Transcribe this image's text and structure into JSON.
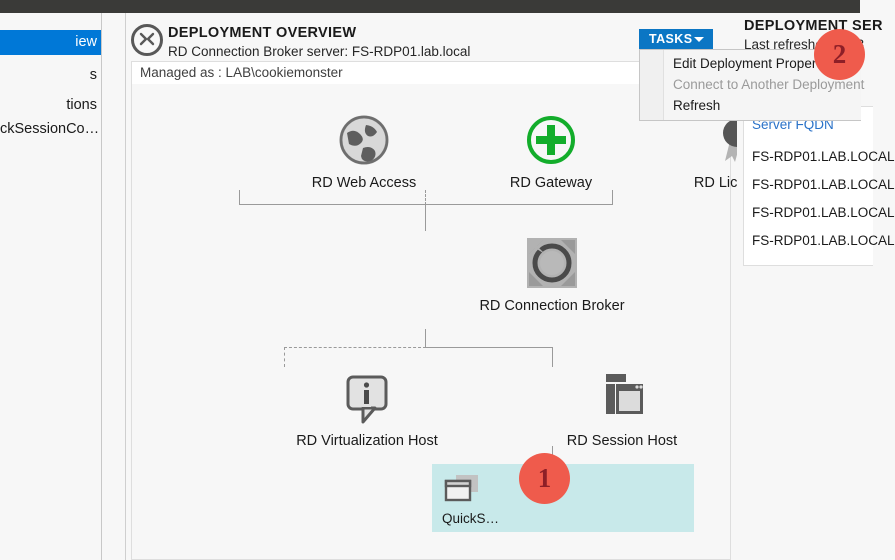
{
  "window": {
    "titlebar_color": "#3a3a38",
    "accent_color": "#0078d7"
  },
  "sidebar": {
    "items": [
      {
        "label": "iew",
        "name": "overview",
        "selected": true
      },
      {
        "label": "s",
        "name": "servers",
        "selected": false
      },
      {
        "label": "tions",
        "name": "collections",
        "selected": false
      },
      {
        "label": "ckSessionCo…",
        "name": "quicksessioncollection",
        "selected": false
      }
    ]
  },
  "center": {
    "title": "DEPLOYMENT OVERVIEW",
    "subtitle": "RD Connection Broker server: FS-RDP01.lab.local",
    "managed_as": "Managed as : LAB\\cookiemonster",
    "nodes": [
      {
        "id": "rd-web-access",
        "label": "RD Web Access",
        "icon": "globe-icon",
        "deployed": true
      },
      {
        "id": "rd-gateway",
        "label": "RD Gateway",
        "icon": "add-circle-icon",
        "deployed": false
      },
      {
        "id": "rd-licensing",
        "label": "RD Licensing",
        "icon": "award-ribbon-icon",
        "deployed": true
      },
      {
        "id": "rd-connection-broker",
        "label": "RD Connection Broker",
        "icon": "broker-icon",
        "deployed": true
      },
      {
        "id": "rd-virtualization-host",
        "label": "RD Virtualization Host",
        "icon": "info-bubble-icon",
        "deployed": false
      },
      {
        "id": "rd-session-host",
        "label": "RD Session Host",
        "icon": "windows-stack-icon",
        "deployed": true
      }
    ],
    "collection": {
      "label": "QuickS…",
      "icon": "collection-windows-icon",
      "highlight_color": "#c8e9ea",
      "selected": true
    }
  },
  "tasks": {
    "button_label": "TASKS",
    "caret_icon": "chevron-down-icon",
    "menu_open": true,
    "menu_items": [
      {
        "label": "Edit Deployment Properties",
        "disabled": false
      },
      {
        "label": "Connect to Another Deployment",
        "disabled": true
      },
      {
        "label": "Refresh",
        "disabled": false
      }
    ]
  },
  "right": {
    "title": "DEPLOYMENT SER",
    "last_refreshed": "Last refreshed o  1/3",
    "column_header": "Server FQDN",
    "column_header_color": "#2a72c8",
    "rows": [
      "FS-RDP01.LAB.LOCAL",
      "FS-RDP01.LAB.LOCAL",
      "FS-RDP01.LAB.LOCAL",
      "FS-RDP01.LAB.LOCAL"
    ]
  },
  "annotations": [
    {
      "id": "badge-1",
      "number": "1",
      "color": "#ef5b4c"
    },
    {
      "id": "badge-2",
      "number": "2",
      "color": "#ef5b4c"
    }
  ]
}
